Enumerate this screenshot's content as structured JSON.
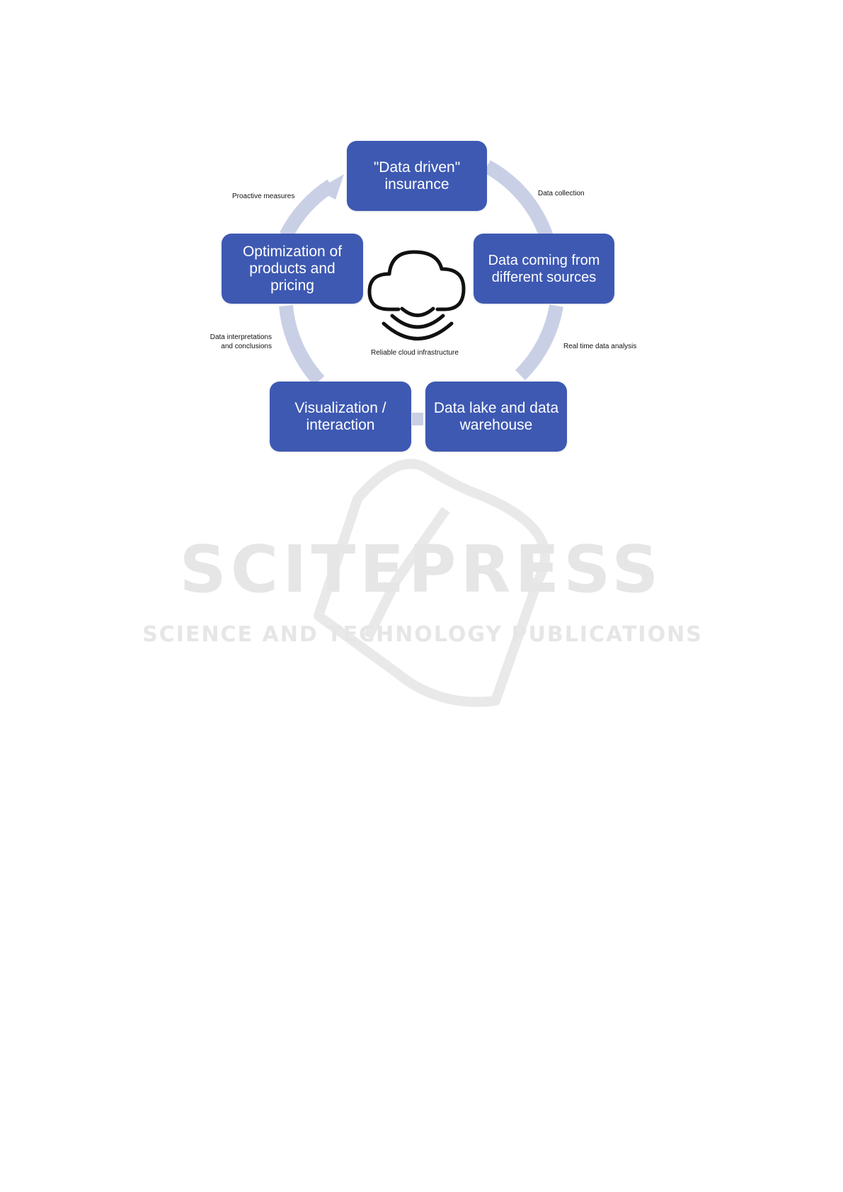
{
  "colors": {
    "node_fill": "#3e59b2",
    "ring": "#c9d0e6",
    "watermark": "#e8e8e8",
    "text_dark": "#111111"
  },
  "nodes": [
    {
      "id": "data-driven",
      "label": "\"Data driven\" insurance"
    },
    {
      "id": "sources",
      "label": "Data coming from different sources"
    },
    {
      "id": "lake",
      "label": "Data lake and data warehouse"
    },
    {
      "id": "visual",
      "label": "Visualization / interaction"
    },
    {
      "id": "optimization",
      "label": "Optimization of products and pricing"
    }
  ],
  "edges": {
    "collection": "Data collection",
    "realtime": "Real time data analysis",
    "interpretation_1": "Data interpretations",
    "interpretation_2": "and conclusions",
    "proactive": "Proactive measures"
  },
  "center": {
    "icon": "cloud-icon",
    "caption": "Reliable cloud infrastructure"
  },
  "watermark": {
    "brand": "SCITEPRESS",
    "tagline": "SCIENCE AND TECHNOLOGY PUBLICATIONS"
  }
}
